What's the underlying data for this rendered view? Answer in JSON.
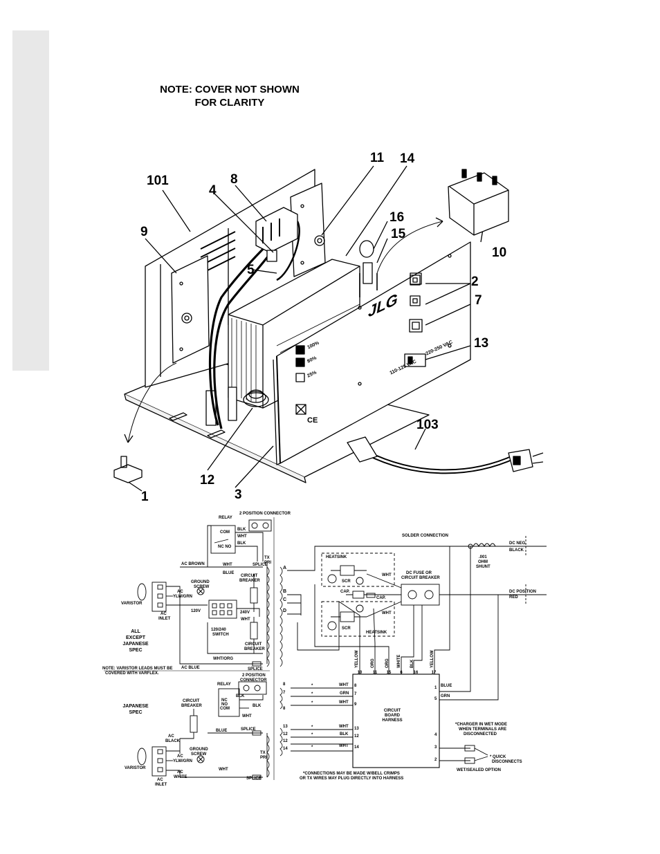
{
  "note": {
    "line1": "NOTE: COVER NOT SHOWN",
    "line2": "FOR CLARITY"
  },
  "callouts": {
    "c101": "101",
    "c8": "8",
    "c4": "4",
    "c9": "9",
    "c5": "5",
    "c11": "11",
    "c14": "14",
    "c16": "16",
    "c15": "15",
    "c10": "10",
    "c2": "2",
    "c7": "7",
    "c13": "13",
    "c103": "103",
    "c12": "12",
    "c3": "3",
    "c1": "1"
  },
  "unit": {
    "brand": "JLG",
    "led_100": "100%",
    "led_80": "80%",
    "led_25": "25%",
    "switch_left": "110-125 VAC",
    "switch_right": "220-250 VAC",
    "ce": "CE"
  },
  "schematic": {
    "relay": "RELAY",
    "two_pos_connector": "2 POSITION CONNECTOR",
    "two_pos_connector_b1": "2 POSITION",
    "two_pos_connector_b2": "CONNECTOR",
    "com": "COM",
    "nc_no": "NC NO",
    "nc": "NC",
    "no": "NO",
    "blk": "BLK",
    "wht": "WHT",
    "blue": "BLUE",
    "grn": "GRN",
    "ac_brown": "AC BROWN",
    "ac_blue": "AC BLUE",
    "tx_pri": "TX PRI",
    "tx": "TX",
    "pri": "PRI",
    "ground_screw_1": "GROUND",
    "ground_screw_2": "SCREW",
    "circuit_breaker_1": "CIRCUIT",
    "circuit_breaker_2": "BREAKER",
    "ac": "AC",
    "ylw_grn": "YLW/GRN",
    "ac_inlet_1": "AC",
    "ac_inlet_2": "INLET",
    "varistor": "VARISTOR",
    "v120": "120V",
    "v240": "240V",
    "switch_1": "120/240",
    "switch_2": "SWITCH",
    "wht_org": "WHT/ORG",
    "all_except_1": "ALL",
    "all_except_2": "EXCEPT",
    "all_except_3": "JAPANESE",
    "all_except_4": "SPEC",
    "varflex_note_1": "NOTE: VARISTOR LEADS MUST BE",
    "varflex_note_2": "COVERED WITH VARFLEX.",
    "splice": "SPLICE",
    "japanese_1": "JAPANESE",
    "japanese_2": "SPEC",
    "ac_black_1": "AC",
    "ac_black_2": "BLACK",
    "ac_white_1": "AC",
    "ac_white_2": "WHITE",
    "solder_connection": "SOLDER CONNECTION",
    "dc_neg_1": "DC NEG.",
    "dc_neg_2": "BLACK",
    "shunt_1": ".001",
    "shunt_2": "OHM",
    "shunt_3": "SHUNT",
    "heatsink": "HEATSINK",
    "scr": "SCR",
    "cap": "CAP.",
    "dc_fuse_1": "DC FUSE OR",
    "dc_fuse_2": "CIRCUIT BREAKER",
    "dc_pos_1": "DC POSITION",
    "dc_pos_2": "RED",
    "taps": [
      "A",
      "B",
      "C",
      "D"
    ],
    "harness_1": "CIRCUIT",
    "harness_2": "BOARD",
    "harness_3": "HARNESS",
    "harness_top_pins": [
      "10",
      "11",
      "15",
      "6",
      "16",
      "17"
    ],
    "harness_top_wires": [
      "YELLOW",
      "ORG",
      "ORG",
      "WHITE",
      "BLK",
      "YELLOW"
    ],
    "harness_left_pins": [
      "8",
      "7",
      "9",
      "13",
      "12",
      "14"
    ],
    "tx_left_pins": [
      "8",
      "7",
      "8",
      "13",
      "12",
      "12",
      "14"
    ],
    "harness_left_wires": [
      "WHT",
      "GRN",
      "WHT",
      "WHT",
      "BLK",
      "WHT"
    ],
    "harness_right_pins": [
      "1",
      "5",
      "4",
      "3",
      "2"
    ],
    "harness_right_wires": [
      "BLUE",
      "GRN"
    ],
    "wet_mode_1": "*CHARGER IN WET MODE",
    "wet_mode_2": "WHEN TERMINALS ARE",
    "wet_mode_3": "DISCONNECTED",
    "quick_1": "* QUICK",
    "quick_2": "DISCONNECTS",
    "wet_sealed": "WET/SEALED OPTION",
    "footnote_1": "*CONNECTIONS MAY BE MADE W/BELL CRIMPS",
    "footnote_2": "OR TX WIRES MAY PLUG DIRECTLY INTO HARNESS",
    "star": "*"
  }
}
